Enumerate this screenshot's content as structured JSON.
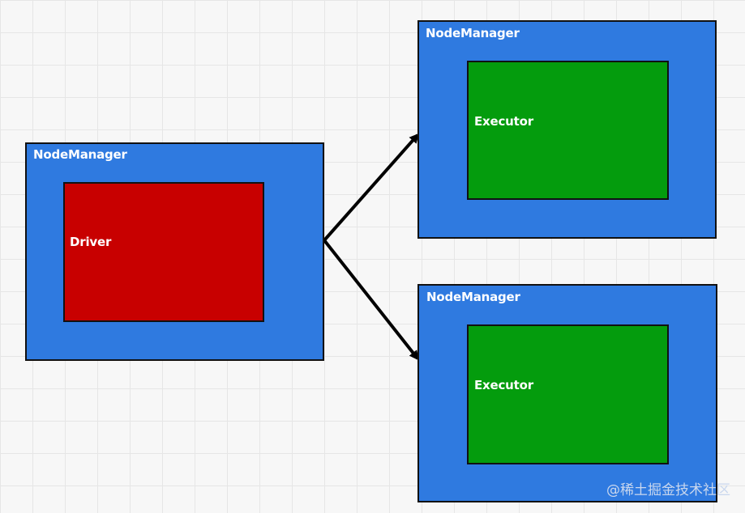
{
  "colors": {
    "node_manager": "#2f7ae0",
    "driver": "#c80000",
    "executor": "#049c0d",
    "grid_background": "#f7f7f7"
  },
  "left_node": {
    "title": "NodeManager",
    "inner_label": "Driver"
  },
  "top_right_node": {
    "title": "NodeManager",
    "inner_label": "Executor"
  },
  "bottom_right_node": {
    "title": "NodeManager",
    "inner_label": "Executor"
  },
  "watermark": "@稀土掘金技术社区"
}
